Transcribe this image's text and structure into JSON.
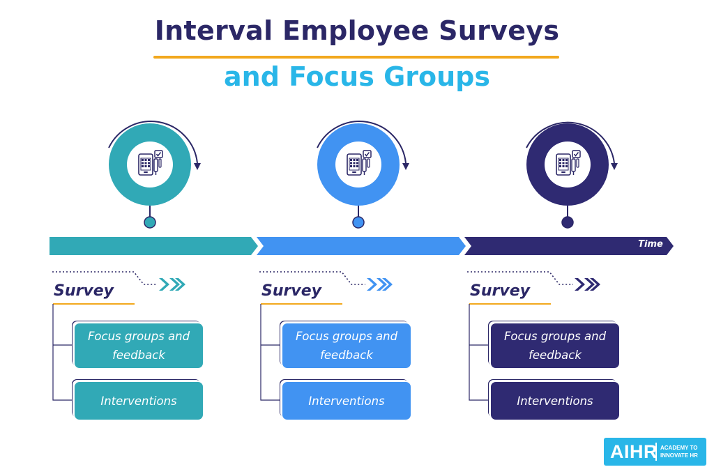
{
  "title": {
    "line1": "Interval Employee Surveys",
    "line2": "and Focus Groups"
  },
  "timeline": {
    "label": "Time"
  },
  "stages": [
    {
      "color": "#31a9b6",
      "survey": "Survey",
      "box1": "Focus groups and feedback",
      "box2": "Interventions",
      "icon": "survey-tablet-icon"
    },
    {
      "color": "#4193f2",
      "survey": "Survey",
      "box1": "Focus groups and feedback",
      "box2": "Interventions",
      "icon": "survey-tablet-icon"
    },
    {
      "color": "#2f2a72",
      "survey": "Survey",
      "box1": "Focus groups and feedback",
      "box2": "Interventions",
      "icon": "survey-tablet-icon"
    }
  ],
  "logo": {
    "mark": "AIHR",
    "line1": "ACADEMY TO",
    "line2": "INNOVATE HR",
    "color": "#29b6e8"
  }
}
